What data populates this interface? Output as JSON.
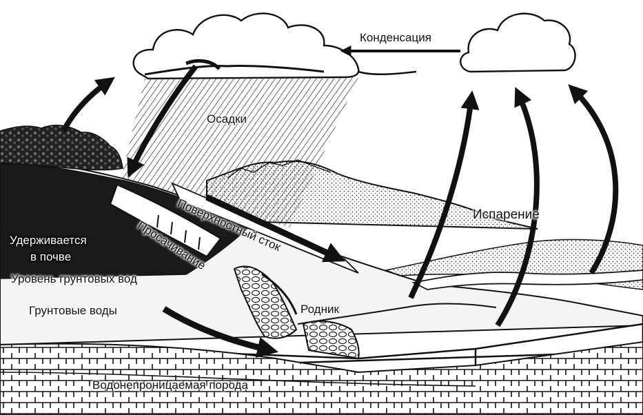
{
  "labels": {
    "condensation": "Конденсация",
    "precipitation": "Осадки",
    "evaporation": "Испарение",
    "surface_runoff": "Поверхностный сток",
    "infiltration": "Просачивание",
    "soil_retention_line1": "Удерживается",
    "soil_retention_line2": "в почве",
    "water_table": "Уровень грунтовых вод",
    "groundwater": "Грунтовые воды",
    "spring": "Родник",
    "impermeable_rock": "Водонепроницаемая порода"
  },
  "colors": {
    "ink": "#111111",
    "background": "#ffffff"
  }
}
